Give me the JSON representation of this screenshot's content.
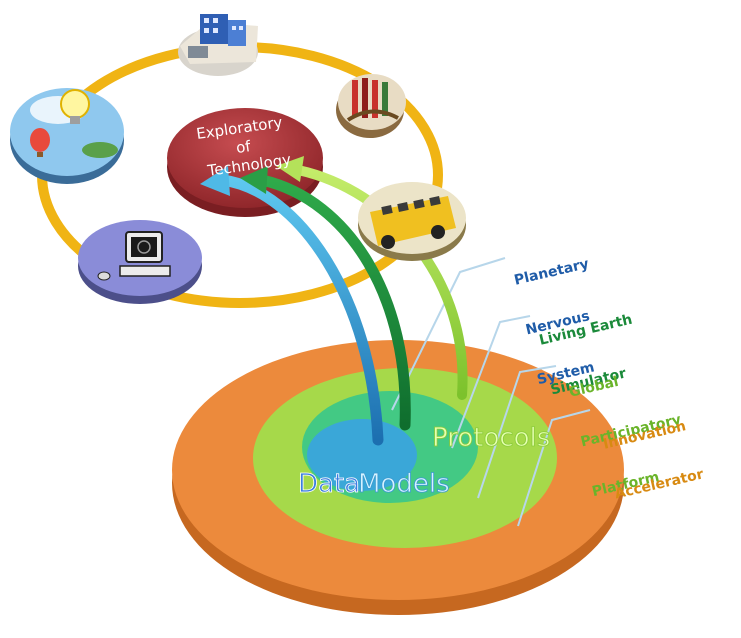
{
  "center": {
    "line1": "Exploratory",
    "line2": "of",
    "line3": "Technology"
  },
  "words": {
    "data": "Data",
    "models": "Models",
    "protocols": "Protocols"
  },
  "labels": [
    {
      "line1": "Planetary",
      "line2": "Nervous",
      "line3": "System"
    },
    {
      "line1": "Living Earth",
      "line2": "Simulator"
    },
    {
      "line1": "Global",
      "line2": "Participatory",
      "line3": "Platform"
    },
    {
      "line1": "Innovation",
      "line2": "Accelerator"
    }
  ],
  "icons": [
    "building-icon",
    "art-painting-icon",
    "lightbulb-balloon-icon",
    "school-bus-icon",
    "computer-icon"
  ],
  "colors": {
    "orbit": "#f0b414",
    "center_disc": "#b8393e",
    "outer_layer": "#ec8a3c",
    "middle_layer": "#a6d94a",
    "inner_layer": "#43c984",
    "core": "#3aa7d8",
    "label_blue": "#1f5ca8",
    "label_dark_green": "#1b8a3a",
    "label_light_green": "#6ab42a",
    "label_orange": "#d88a12"
  }
}
